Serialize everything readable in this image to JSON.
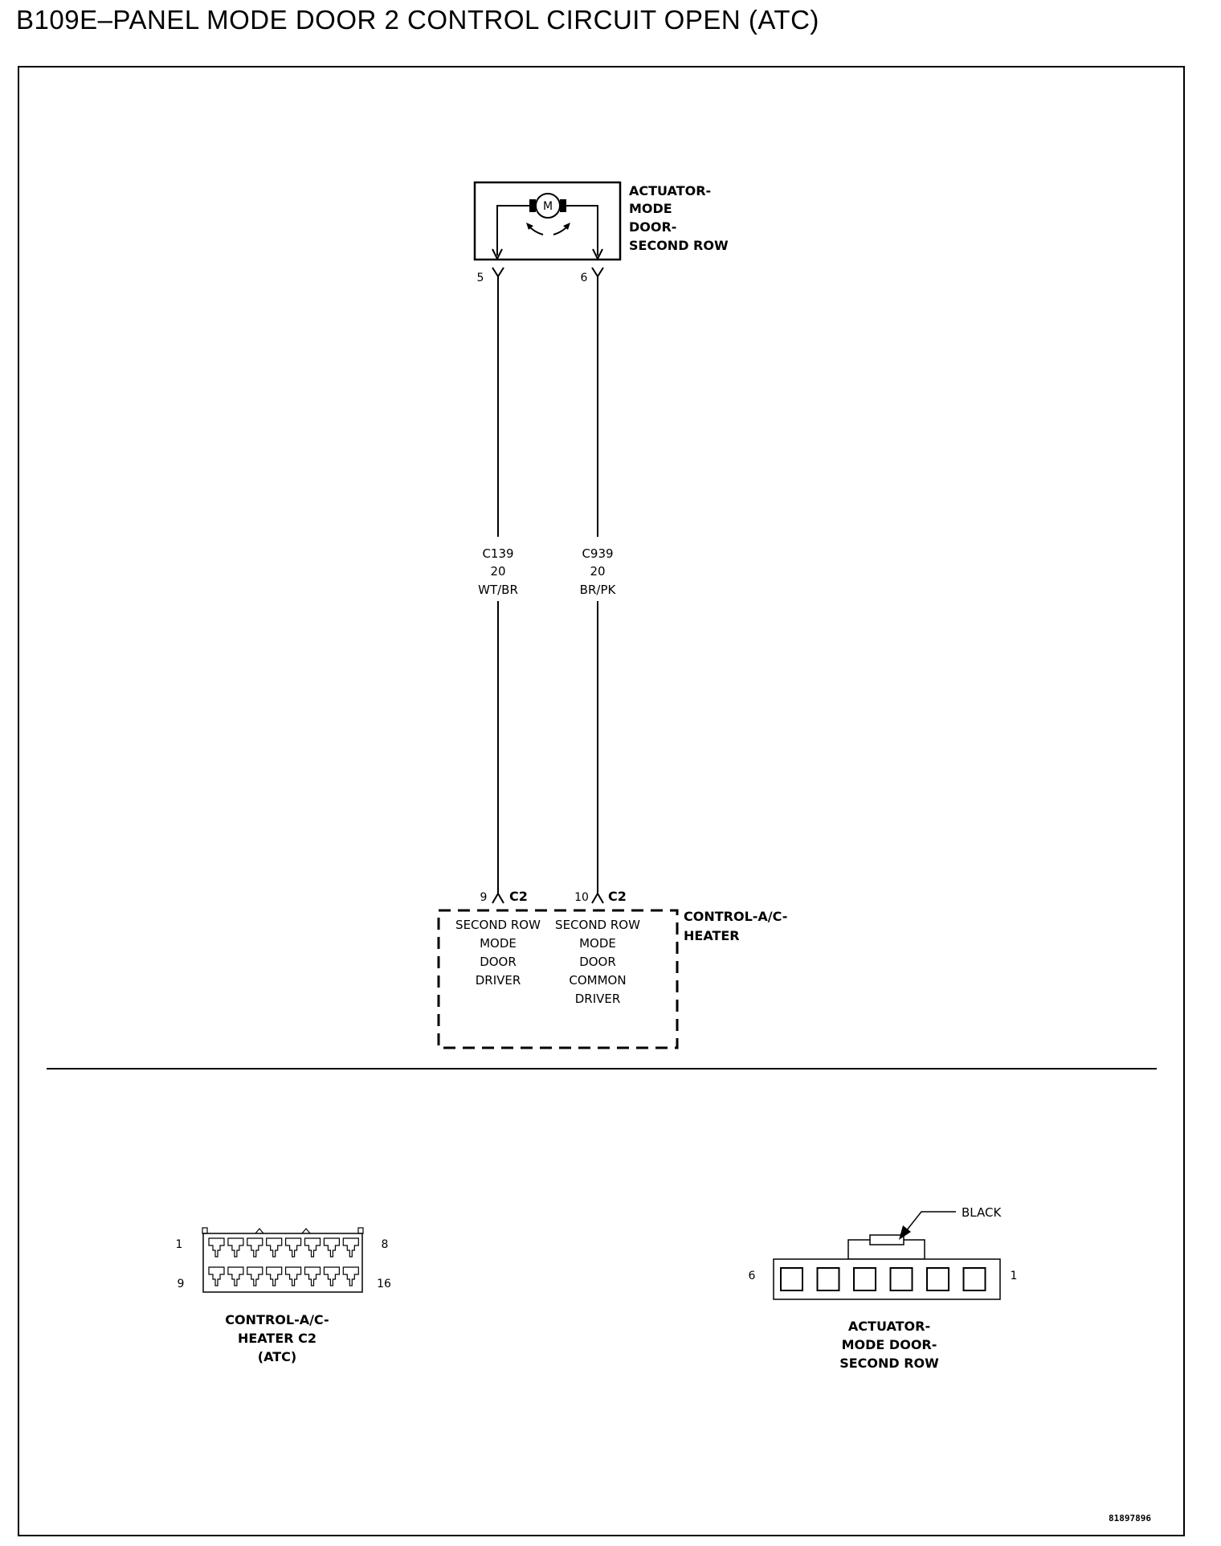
{
  "title": "B109E–PANEL MODE DOOR 2 CONTROL CIRCUIT OPEN (ATC)",
  "actuator": {
    "label_lines": [
      "ACTUATOR-",
      "MODE",
      "DOOR-",
      "SECOND ROW"
    ],
    "motor_symbol": "M",
    "pin_left": "5",
    "pin_right": "6"
  },
  "wires": [
    {
      "circuit": "C139",
      "gauge": "20",
      "color": "WT/BR"
    },
    {
      "circuit": "C939",
      "gauge": "20",
      "color": "BR/PK"
    }
  ],
  "module": {
    "label_lines": [
      "CONTROL-A/C-",
      "HEATER"
    ],
    "left_pin": "9",
    "right_pin": "10",
    "connector": "C2",
    "left_function_lines": [
      "SECOND ROW",
      "MODE",
      "DOOR",
      "DRIVER"
    ],
    "right_function_lines": [
      "SECOND ROW",
      "MODE",
      "DOOR",
      "COMMON",
      "DRIVER"
    ]
  },
  "connector_c2": {
    "pin_top_left": "1",
    "pin_top_right": "8",
    "pin_bottom_left": "9",
    "pin_bottom_right": "16",
    "caption_lines": [
      "CONTROL-A/C-",
      "HEATER C2",
      "(ATC)"
    ]
  },
  "connector_actuator": {
    "pin_left": "6",
    "pin_right": "1",
    "color_callout": "BLACK",
    "caption_lines": [
      "ACTUATOR-",
      "MODE DOOR-",
      "SECOND ROW"
    ]
  },
  "figure_id": "81897896"
}
